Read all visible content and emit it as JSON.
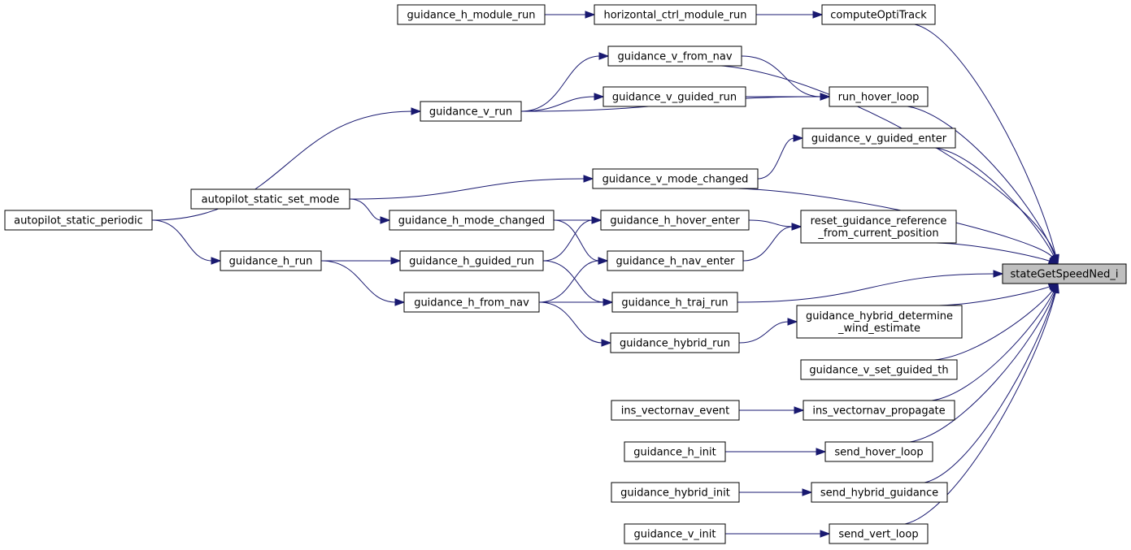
{
  "graph": {
    "target": "stateGetSpeedNed_i",
    "nodes": [
      {
        "id": "stateGetSpeedNed_i",
        "lines": [
          "stateGetSpeedNed_i"
        ],
        "highlight": true
      },
      {
        "id": "computeOptiTrack",
        "lines": [
          "computeOptiTrack"
        ]
      },
      {
        "id": "horizontal_ctrl_module_run",
        "lines": [
          "horizontal_ctrl_module_run"
        ]
      },
      {
        "id": "guidance_h_module_run",
        "lines": [
          "guidance_h_module_run"
        ]
      },
      {
        "id": "run_hover_loop",
        "lines": [
          "run_hover_loop"
        ]
      },
      {
        "id": "guidance_v_from_nav",
        "lines": [
          "guidance_v_from_nav"
        ]
      },
      {
        "id": "guidance_v_guided_run",
        "lines": [
          "guidance_v_guided_run"
        ]
      },
      {
        "id": "guidance_v_run",
        "lines": [
          "guidance_v_run"
        ]
      },
      {
        "id": "autopilot_static_periodic",
        "lines": [
          "autopilot_static_periodic"
        ]
      },
      {
        "id": "guidance_v_guided_enter",
        "lines": [
          "guidance_v_guided_enter"
        ]
      },
      {
        "id": "guidance_v_mode_changed",
        "lines": [
          "guidance_v_mode_changed"
        ]
      },
      {
        "id": "autopilot_static_set_mode",
        "lines": [
          "autopilot_static_set_mode"
        ]
      },
      {
        "id": "reset_guidance_reference_from_current_position",
        "lines": [
          "reset_guidance_reference",
          "_from_current_position"
        ]
      },
      {
        "id": "guidance_h_hover_enter",
        "lines": [
          "guidance_h_hover_enter"
        ]
      },
      {
        "id": "guidance_h_mode_changed",
        "lines": [
          "guidance_h_mode_changed"
        ]
      },
      {
        "id": "guidance_h_nav_enter",
        "lines": [
          "guidance_h_nav_enter"
        ]
      },
      {
        "id": "guidance_h_guided_run",
        "lines": [
          "guidance_h_guided_run"
        ]
      },
      {
        "id": "guidance_h_run",
        "lines": [
          "guidance_h_run"
        ]
      },
      {
        "id": "guidance_h_traj_run",
        "lines": [
          "guidance_h_traj_run"
        ]
      },
      {
        "id": "guidance_h_from_nav",
        "lines": [
          "guidance_h_from_nav"
        ]
      },
      {
        "id": "guidance_hybrid_determine_wind_estimate",
        "lines": [
          "guidance_hybrid_determine",
          "_wind_estimate"
        ]
      },
      {
        "id": "guidance_hybrid_run",
        "lines": [
          "guidance_hybrid_run"
        ]
      },
      {
        "id": "guidance_v_set_guided_th",
        "lines": [
          "guidance_v_set_guided_th"
        ]
      },
      {
        "id": "ins_vectornav_propagate",
        "lines": [
          "ins_vectornav_propagate"
        ]
      },
      {
        "id": "ins_vectornav_event",
        "lines": [
          "ins_vectornav_event"
        ]
      },
      {
        "id": "send_hover_loop",
        "lines": [
          "send_hover_loop"
        ]
      },
      {
        "id": "guidance_h_init",
        "lines": [
          "guidance_h_init"
        ]
      },
      {
        "id": "send_hybrid_guidance",
        "lines": [
          "send_hybrid_guidance"
        ]
      },
      {
        "id": "guidance_hybrid_init",
        "lines": [
          "guidance_hybrid_init"
        ]
      },
      {
        "id": "send_vert_loop",
        "lines": [
          "send_vert_loop"
        ]
      },
      {
        "id": "guidance_v_init",
        "lines": [
          "guidance_v_init"
        ]
      }
    ],
    "edges": [
      {
        "from": "computeOptiTrack",
        "to": "stateGetSpeedNed_i"
      },
      {
        "from": "guidance_v_from_nav",
        "to": "stateGetSpeedNed_i"
      },
      {
        "from": "run_hover_loop",
        "to": "stateGetSpeedNed_i"
      },
      {
        "from": "guidance_v_guided_enter",
        "to": "stateGetSpeedNed_i"
      },
      {
        "from": "guidance_v_mode_changed",
        "to": "stateGetSpeedNed_i"
      },
      {
        "from": "reset_guidance_reference_from_current_position",
        "to": "stateGetSpeedNed_i"
      },
      {
        "from": "guidance_h_traj_run",
        "to": "stateGetSpeedNed_i"
      },
      {
        "from": "guidance_hybrid_determine_wind_estimate",
        "to": "stateGetSpeedNed_i"
      },
      {
        "from": "guidance_v_set_guided_th",
        "to": "stateGetSpeedNed_i"
      },
      {
        "from": "ins_vectornav_propagate",
        "to": "stateGetSpeedNed_i"
      },
      {
        "from": "send_hover_loop",
        "to": "stateGetSpeedNed_i"
      },
      {
        "from": "send_hybrid_guidance",
        "to": "stateGetSpeedNed_i"
      },
      {
        "from": "send_vert_loop",
        "to": "stateGetSpeedNed_i"
      },
      {
        "from": "horizontal_ctrl_module_run",
        "to": "computeOptiTrack"
      },
      {
        "from": "guidance_h_module_run",
        "to": "horizontal_ctrl_module_run"
      },
      {
        "from": "guidance_v_from_nav",
        "to": "run_hover_loop"
      },
      {
        "from": "guidance_v_guided_run",
        "to": "run_hover_loop"
      },
      {
        "from": "guidance_v_run",
        "to": "run_hover_loop"
      },
      {
        "from": "guidance_v_run",
        "to": "guidance_v_from_nav"
      },
      {
        "from": "guidance_v_run",
        "to": "guidance_v_guided_run"
      },
      {
        "from": "autopilot_static_periodic",
        "to": "guidance_v_run"
      },
      {
        "from": "guidance_v_mode_changed",
        "to": "guidance_v_guided_enter"
      },
      {
        "from": "autopilot_static_set_mode",
        "to": "guidance_v_mode_changed"
      },
      {
        "from": "autopilot_static_set_mode",
        "to": "guidance_h_mode_changed"
      },
      {
        "from": "guidance_h_hover_enter",
        "to": "reset_guidance_reference_from_current_position"
      },
      {
        "from": "guidance_h_nav_enter",
        "to": "reset_guidance_reference_from_current_position"
      },
      {
        "from": "guidance_h_mode_changed",
        "to": "guidance_h_hover_enter"
      },
      {
        "from": "guidance_h_mode_changed",
        "to": "guidance_h_nav_enter"
      },
      {
        "from": "guidance_h_guided_run",
        "to": "guidance_h_hover_enter"
      },
      {
        "from": "guidance_h_from_nav",
        "to": "guidance_h_nav_enter"
      },
      {
        "from": "guidance_h_guided_run",
        "to": "guidance_h_traj_run"
      },
      {
        "from": "guidance_h_from_nav",
        "to": "guidance_h_traj_run"
      },
      {
        "from": "autopilot_static_periodic",
        "to": "guidance_h_run"
      },
      {
        "from": "guidance_h_run",
        "to": "guidance_h_guided_run"
      },
      {
        "from": "guidance_h_run",
        "to": "guidance_h_from_nav"
      },
      {
        "from": "guidance_h_from_nav",
        "to": "guidance_hybrid_run"
      },
      {
        "from": "guidance_hybrid_run",
        "to": "guidance_hybrid_determine_wind_estimate"
      },
      {
        "from": "ins_vectornav_event",
        "to": "ins_vectornav_propagate"
      },
      {
        "from": "guidance_h_init",
        "to": "send_hover_loop"
      },
      {
        "from": "guidance_hybrid_init",
        "to": "send_hybrid_guidance"
      },
      {
        "from": "guidance_v_init",
        "to": "send_vert_loop"
      }
    ]
  }
}
